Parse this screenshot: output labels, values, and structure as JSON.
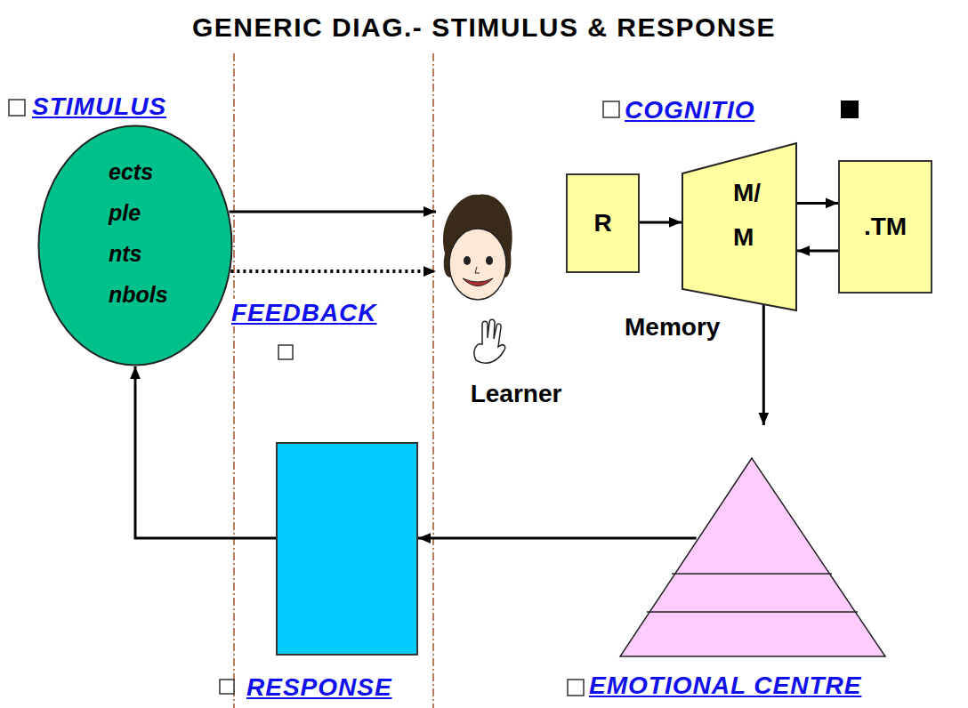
{
  "diagram": {
    "title": "GENERIC DIAG.- STIMULUS & RESPONSE",
    "nodes": [
      {
        "text": [
          "ects ple nts nbols"
        ]
      },
      {
        "text": [
          "Learner"
        ]
      },
      {
        "text": [
          "R"
        ]
      },
      {
        "text": [
          "M/ M"
        ]
      },
      {
        "text": [
          ".TM"
        ]
      },
      {
        "text": [
          "RESPONSE"
        ]
      },
      {
        "text": [
          "EMOTIONAL CENTRE"
        ]
      }
    ],
    "edges": [
      {
        "from": 0,
        "to": 1,
        "arrow": "to"
      },
      {
        "from": 0,
        "to": 1,
        "arrow": "to"
      },
      {
        "from": 2,
        "to": 3,
        "arrow": "to"
      },
      {
        "from": 3,
        "to": 4,
        "arrow": "to"
      },
      {
        "from": 4,
        "to": 3,
        "arrow": "to"
      },
      {
        "from": 3,
        "to": 6,
        "arrow": "to"
      },
      {
        "from": 6,
        "to": 5,
        "arrow": "to"
      },
      {
        "from": 5,
        "to": 0,
        "arrow": "to"
      }
    ],
    "labels": [
      "STIMULUS",
      "COGNITIO",
      "FEEDBACK",
      "Memory"
    ]
  }
}
